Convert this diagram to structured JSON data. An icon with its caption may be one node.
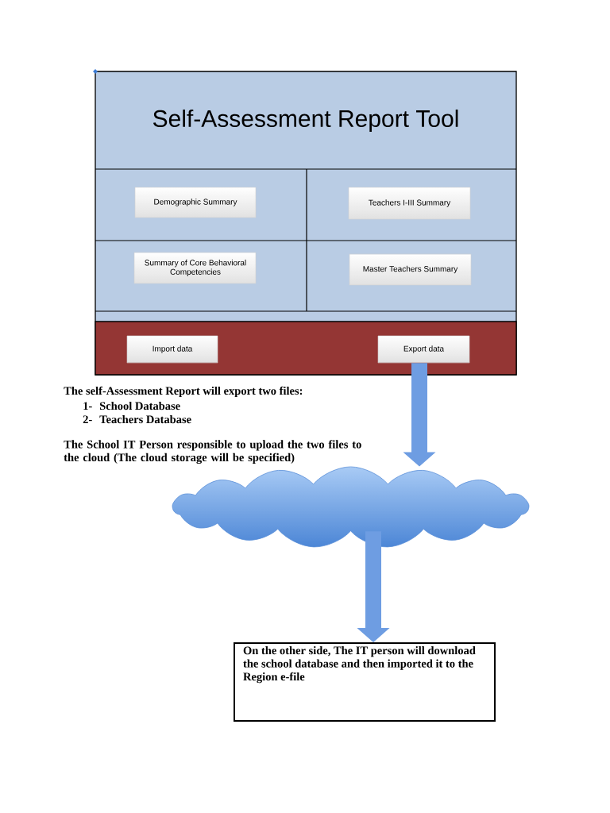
{
  "diagram": {
    "nodes": [
      {
        "text": [
          "Self-Assessment Report Tool"
        ]
      },
      {
        "text": [
          "Demographic Summary"
        ],
        "in": 0
      },
      {
        "text": [
          "Teachers I-III Summary"
        ],
        "in": 0
      },
      {
        "text": [
          "Summary of Core Behavioral Competencies"
        ],
        "in": 0
      },
      {
        "text": [
          "Master Teachers Summary"
        ],
        "in": 0
      },
      {
        "text": [],
        "shape": "box",
        "in": 0
      },
      {
        "text": [
          "Import data"
        ],
        "in": 5
      },
      {
        "text": [
          "Export data"
        ],
        "in": 5
      },
      {
        "text": [],
        "shape": "cloud"
      },
      {
        "text": [
          "On the other side, The IT person will download the school database and then imported it to the Region e-file"
        ]
      }
    ],
    "edges": [
      {
        "from": 7,
        "to": 8,
        "arrow": "to"
      },
      {
        "from": 8,
        "to": 9,
        "arrow": "to"
      }
    ],
    "labels": [
      "The self-Assessment Report will export two files:",
      "1-",
      "School Database",
      "2-",
      "Teachers Database",
      "The School IT Person responsible to upload the two files to the cloud (The cloud storage will be specified)"
    ]
  }
}
